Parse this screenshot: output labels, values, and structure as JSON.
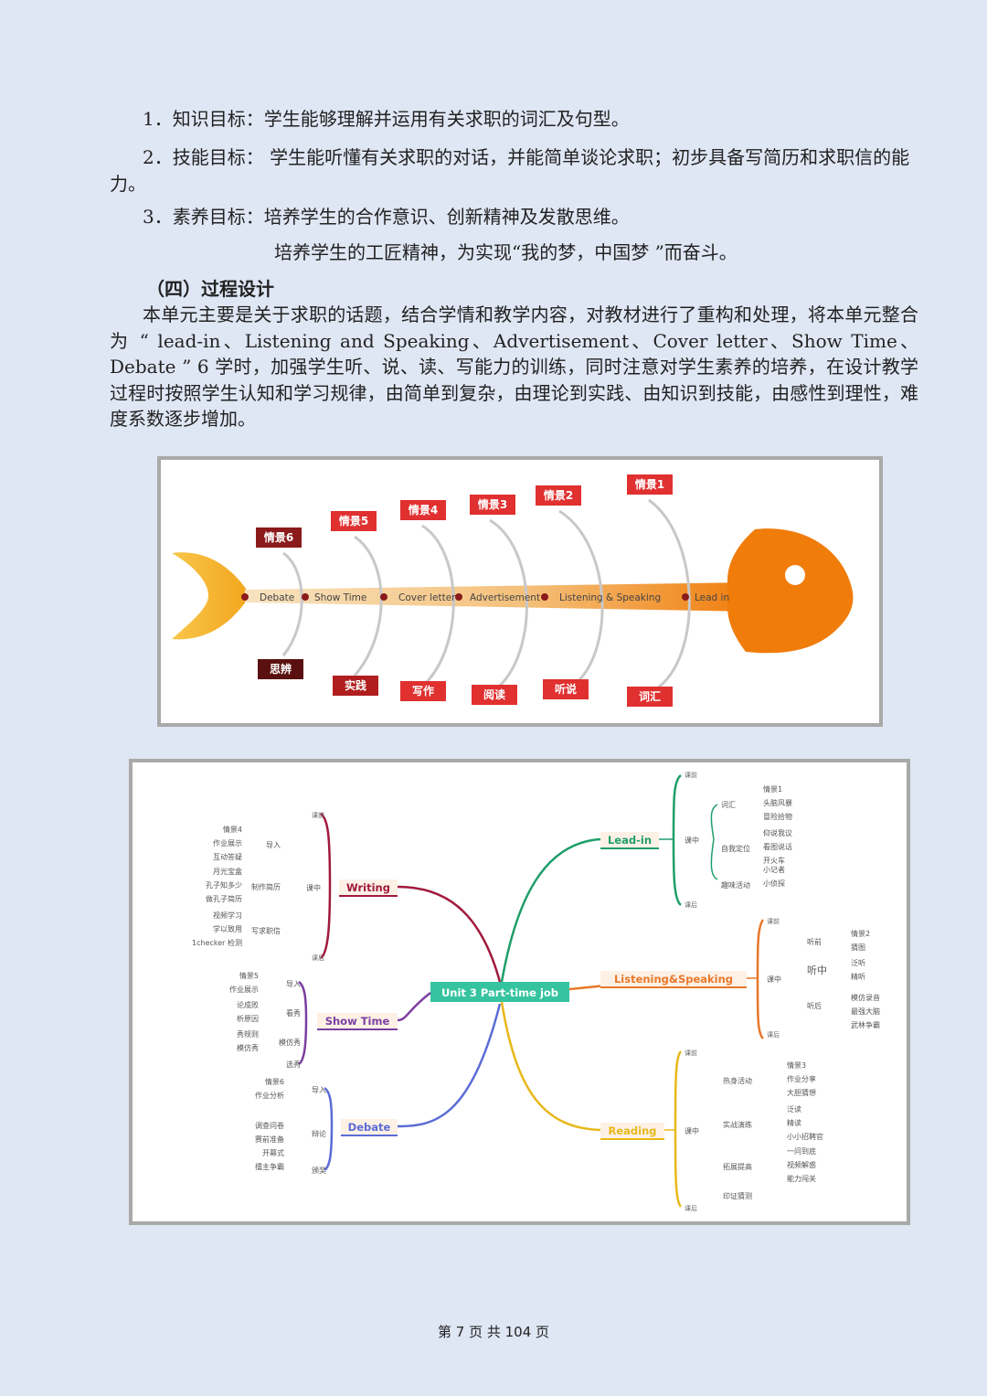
{
  "objectives": [
    "1．知识目标：学生能够理解并运用有关求职的词汇及句型。",
    "2．技能目标：  学生能听懂有关求职的对话，并能简单谈论求职；初步具备写简历和求职信的能力。",
    "3．素养目标：培养学生的合作意识、创新精神及发散思维。",
    "培养学生的工匠精神，为实现“我的梦，中国梦 ”而奋斗。"
  ],
  "section_heading": "（四）过程设计",
  "paragraph": "本单元主要是关于求职的话题，结合学情和教学内容，对教材进行了重构和处理，将本单元整合为 “ lead-in、Listening   and Speaking、Advertisement、Cover letter、Show Time、Debate ” 6 学时，加强学生听、说、读、写能力的训练，同时注意对学生素养的培养，在设计教学过程时按照学生认知和学习规律，由简单到复杂，由理论到实践、由知识到技能，由感性到理性，难度系数逐步增加。",
  "fishbone": {
    "spine_labels": [
      "Debate",
      "Show Time",
      "Cover letter",
      "Advertisement",
      "Listening & Speaking",
      "Lead in"
    ],
    "top_tags": [
      "情景6",
      "情景5",
      "情景4",
      "情景3",
      "情景2",
      "情景1"
    ],
    "bottom_tags": [
      "思辨",
      "实践",
      "写作",
      "阅读",
      "听说",
      "词汇"
    ],
    "colors": {
      "tail": "#f7b733",
      "head": "#f07c0a",
      "tag_dark": "#8b1a1a",
      "tag_red": "#e03030",
      "spine_light": "#f8e3c0"
    }
  },
  "mindmap": {
    "center": "Unit 3 Part-time job",
    "branches": {
      "lead_in": {
        "label": "Lead-in",
        "mid": "课中",
        "pre": "课前",
        "post": "课后",
        "groups": [
          {
            "name": "词汇",
            "leaves": [
              "情景1",
              "头脑风暴",
              "冒险拾物"
            ]
          },
          {
            "name": "自我定位",
            "leaves": [
              "仰说我议",
              "看图说话",
              "开火车"
            ]
          },
          {
            "name": "趣味活动",
            "leaves": [
              "小记者",
              "小侦探"
            ]
          }
        ]
      },
      "listening": {
        "label": "Listening&Speaking",
        "mid": "课中",
        "pre": "课前",
        "post": "课后",
        "groups": [
          {
            "name": "听前",
            "leaves": [
              "情景2",
              "猜图"
            ]
          },
          {
            "name": "听中",
            "leaves": [
              "泛听",
              "精听"
            ]
          },
          {
            "name": "听后",
            "leaves": [
              "模仿录音",
              "最强大脑",
              "武林争霸"
            ]
          }
        ]
      },
      "reading": {
        "label": "Reading",
        "mid": "课中",
        "pre": "课前",
        "post": "课后",
        "groups": [
          {
            "name": "热身活动",
            "leaves": [
              "情景3",
              "作业分享",
              "大胆猜想"
            ]
          },
          {
            "name": "实战演练",
            "leaves": [
              "泛读",
              "精读",
              "小小招聘官"
            ]
          },
          {
            "name": "拓展提高",
            "leaves": [
              "一问到底",
              "视频解惑",
              "能力闯关"
            ]
          },
          {
            "name": "印证猜测",
            "leaves": []
          }
        ]
      },
      "writing": {
        "label": "Writing",
        "mid": "课中",
        "pre": "课前",
        "post": "课后",
        "groups": [
          {
            "name": "导入",
            "leaves": [
              "情景4",
              "作业展示",
              "互动答疑"
            ]
          },
          {
            "name": "制作简历",
            "leaves": [
              "月光宝盒",
              "孔子知多少",
              "做孔子简历"
            ]
          },
          {
            "name": "写求职信",
            "leaves": [
              "视频学习",
              "学以致用",
              "1checker 检测"
            ]
          }
        ]
      },
      "show_time": {
        "label": "Show Time",
        "groups": [
          {
            "name": "导入",
            "leaves": [
              "情景5",
              "作业展示"
            ]
          },
          {
            "name": "看秀",
            "leaves": [
              "论成败",
              "析原因"
            ]
          },
          {
            "name": "模仿秀",
            "leaves": [
              "秀规则",
              "模仿秀"
            ]
          },
          {
            "name": "选秀",
            "leaves": []
          }
        ]
      },
      "debate": {
        "label": "Debate",
        "groups": [
          {
            "name": "导入",
            "leaves": [
              "情景6",
              "作业分析"
            ]
          },
          {
            "name": "辩论",
            "leaves": [
              "调查问卷",
              "赛前准备",
              "开幕式",
              "擂主争霸"
            ]
          },
          {
            "name": "颁奖",
            "leaves": []
          }
        ]
      }
    },
    "colors": {
      "lead_in": "#1e9e6a",
      "listening": "#e8782a",
      "reading": "#e8b81a",
      "writing": "#a0193c",
      "show_time": "#7b3fa0",
      "debate": "#5a6cd6",
      "center": "#36c4a0"
    }
  },
  "footer": {
    "prefix": "第",
    "page": "7",
    "mid": "页 共",
    "total": "104",
    "suffix": "页"
  }
}
